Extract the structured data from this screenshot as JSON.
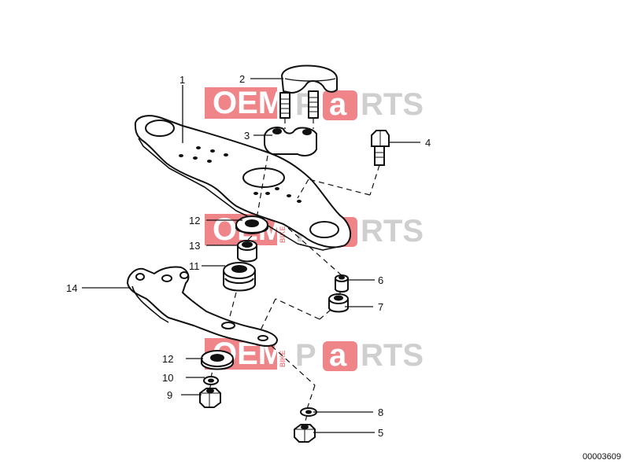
{
  "watermark": {
    "oem": "OEM",
    "bike": "BIKE",
    "p": "P",
    "a": "a",
    "rts": "RTS",
    "color_red": "#e4232a",
    "color_grey": "#a9a9a9"
  },
  "callouts": {
    "c1": "1",
    "c2": "2",
    "c3": "3",
    "c4": "4",
    "c5": "5",
    "c6": "6",
    "c7": "7",
    "c8": "8",
    "c9": "9",
    "c10": "10",
    "c11": "11",
    "c12a": "12",
    "c12b": "12",
    "c13": "13",
    "c14": "14"
  },
  "reference_number": "00003609"
}
